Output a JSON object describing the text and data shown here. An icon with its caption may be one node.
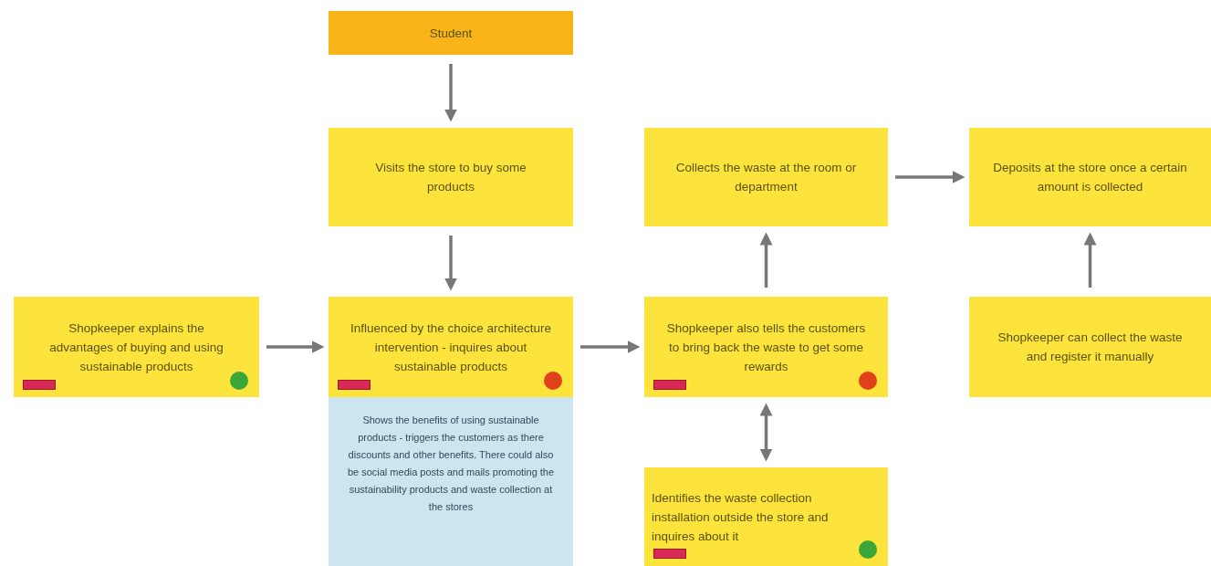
{
  "diagram": {
    "nodes": [
      {
        "text": [
          "Student"
        ]
      },
      {
        "text": [
          "Visits the store to buy some products"
        ]
      },
      {
        "text": [
          "Collects the waste at the room or department"
        ]
      },
      {
        "text": [
          "Deposits at the store once a certain amount is collected"
        ]
      },
      {
        "text": [
          "Shopkeeper explains the advantages of buying and using sustainable products"
        ]
      },
      {
        "text": [
          "Influenced by the choice architecture intervention - inquires about sustainable products"
        ]
      },
      {
        "text": [
          "Shows the benefits of using sustainable products - triggers the customers as there discounts and other benefits. There could also be social media posts and mails promoting the sustainability products and waste collection at the stores"
        ]
      },
      {
        "text": [
          "Shopkeeper also tells the customers to bring back the waste to get some rewards"
        ]
      },
      {
        "text": [
          "Shopkeeper can collect the waste and register it manually"
        ]
      },
      {
        "text": [
          "Identifies the waste collection installation outside the store and inquires about it"
        ]
      }
    ],
    "edges": [
      {
        "from": 0,
        "to": 1,
        "arrow": "to"
      },
      {
        "from": 1,
        "to": 5,
        "arrow": "to"
      },
      {
        "from": 4,
        "to": 5,
        "arrow": "to"
      },
      {
        "from": 5,
        "to": 7,
        "arrow": "to"
      },
      {
        "from": 7,
        "to": 2,
        "arrow": "to"
      },
      {
        "from": 2,
        "to": 3,
        "arrow": "to"
      },
      {
        "from": 8,
        "to": 3,
        "arrow": "to"
      },
      {
        "from": 7,
        "to": 9,
        "arrow": "both"
      }
    ]
  }
}
